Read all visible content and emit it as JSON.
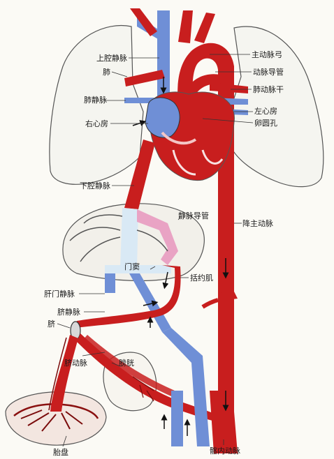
{
  "labels": {
    "svc": "上腔静脉",
    "lung": "肺",
    "pulm_vein": "肺静脉",
    "right_atrium": "右心房",
    "ivc": "下腔静脉",
    "portal": "门窦",
    "hepatic_portal_vein": "肝门静脉",
    "umbilical_vein": "脐静脉",
    "umbilicus": "脐",
    "umbilical_artery": "脐动脉",
    "bladder": "膀胱",
    "placenta": "胎盘",
    "aortic_arch": "主动脉弓",
    "ductus_arteriosus": "动脉导管",
    "pulm_trunk": "肺动脉干",
    "left_atrium": "左心房",
    "foramen_ovale": "卵圆孔",
    "ductus_venosus": "静脉导管",
    "desc_aorta": "降主动脉",
    "sphincter": "括约肌",
    "internal_iliac": "髂内动脉"
  },
  "colors": {
    "artery": "#c81e1e",
    "vein": "#6f8fd6",
    "mixed": "#e9a3c4",
    "oxygenated": "#d9e9f5",
    "outline": "#444444"
  }
}
